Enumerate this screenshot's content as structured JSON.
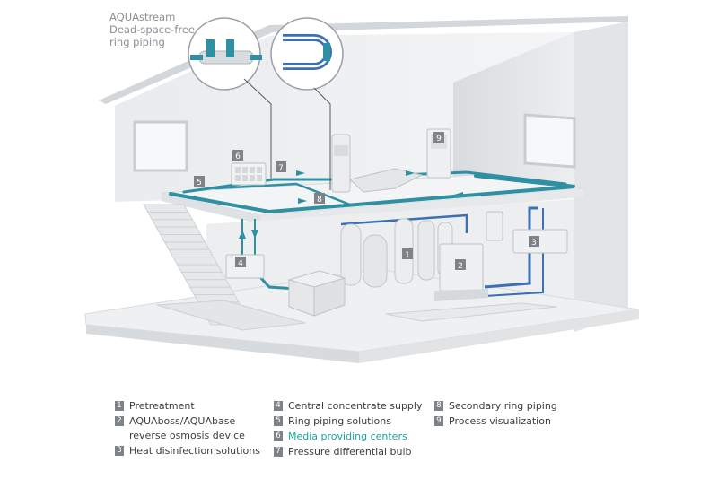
{
  "callout": {
    "line1": "AQUAstream",
    "line2": "Dead-space-free",
    "line3": "ring piping"
  },
  "badges": [
    "1",
    "2",
    "3",
    "4",
    "5",
    "6",
    "7",
    "8",
    "9"
  ],
  "legend": {
    "col1": [
      {
        "num": "1",
        "text": "Pretreatment"
      },
      {
        "num": "2",
        "text": "AQUAboss/AQUAbase",
        "text2": "reverse osmosis device"
      },
      {
        "num": "3",
        "text": "Heat disinfection solutions"
      }
    ],
    "col2": [
      {
        "num": "4",
        "text": "Central concentrate supply"
      },
      {
        "num": "5",
        "text": "Ring piping solutions"
      },
      {
        "num": "6",
        "text": "Media providing centers"
      },
      {
        "num": "7",
        "text": "Pressure differential bulb"
      }
    ],
    "col3": [
      {
        "num": "8",
        "text": "Secondary ring piping"
      },
      {
        "num": "9",
        "text": "Process visualization"
      }
    ]
  },
  "colors": {
    "pipe_teal": "#2f8fa3",
    "pipe_blue": "#3b6fb6",
    "badge": "#7e8388",
    "accent_text": "#1aa3a0"
  }
}
